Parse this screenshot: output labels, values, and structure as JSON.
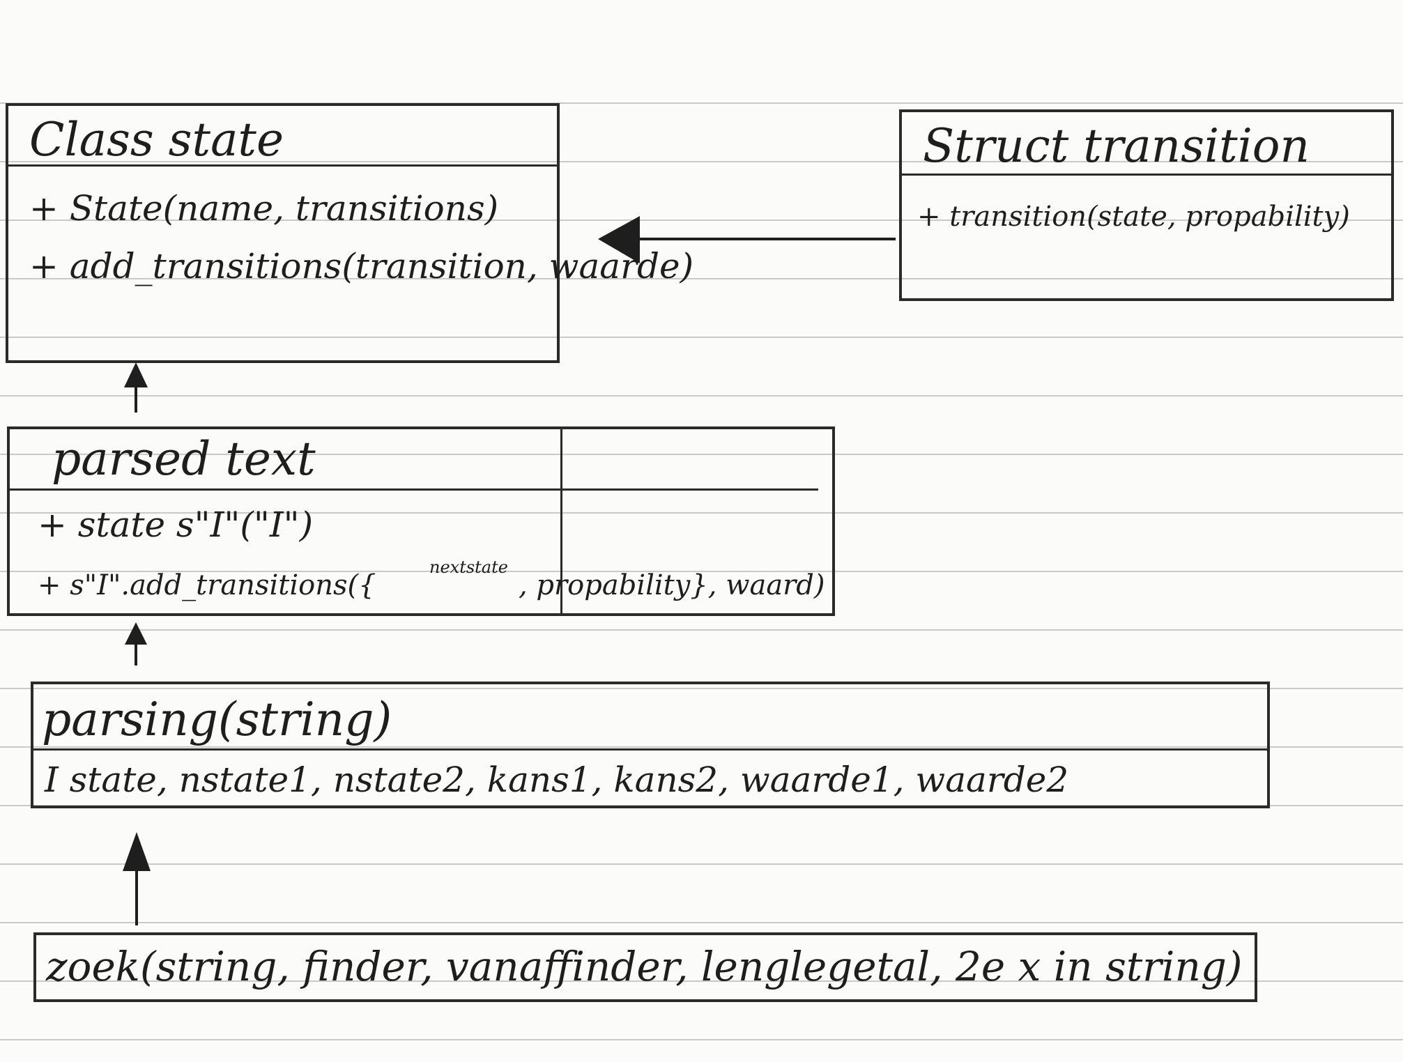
{
  "class_state": {
    "title": "Class state",
    "members": [
      "+ State(name, transitions)",
      "+ add_transitions(transition, waarde)"
    ]
  },
  "struct_transition": {
    "title": "Struct transition",
    "members": [
      "+ transition(state, propability)"
    ]
  },
  "parsed_text": {
    "title": "parsed text",
    "line1": "+ state s\"I\"(\"I\")",
    "line2_prefix": "+ s\"I\".add_transitions({",
    "line2_annotation": "nextstate",
    "line2_suffix": ", propability}, waard)"
  },
  "parsing": {
    "title": "parsing(string)",
    "members": "I state, nstate1, nstate2, kans1, kans2, waarde1, waarde2"
  },
  "zoek": {
    "title": "zoek(string, finder, vanaffinder, lenglegetal, 2e x in string)"
  },
  "colors": {
    "ink": "#1e1e1e",
    "paper": "#fbfbf9",
    "rule": "#c9c9c6"
  }
}
